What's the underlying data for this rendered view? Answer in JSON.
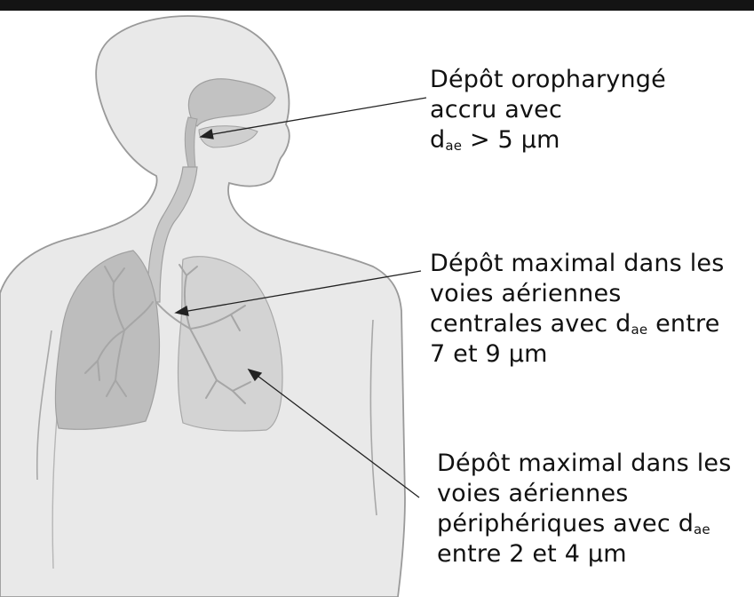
{
  "colors": {
    "header_bar": "#141414",
    "body_fill": "#e9e9e9",
    "body_outline": "#9a9a9a",
    "organ_fill": "#c2c2c2",
    "lung_right_fill": "#bdbdbd",
    "lung_left_fill": "#d3d3d3",
    "airway_stroke": "#a6a6a6",
    "pointer": "#222222"
  },
  "annotations": {
    "oropharyngeal": {
      "line1": "Dépôt oropharyngé",
      "line2": "accru avec",
      "d": "d",
      "sub": "ae",
      "rest": " > 5 µm"
    },
    "central": {
      "line1": "Dépôt maximal dans les",
      "line2": "voies aériennes",
      "pre": "centrales avec d",
      "sub": "ae",
      "rest": " entre",
      "line4": "7 et 9 µm"
    },
    "peripheral": {
      "line1": "Dépôt maximal dans les",
      "line2": "voies aériennes",
      "pre": "périphériques avec d",
      "sub": "ae",
      "line4": "entre 2 et 4 µm"
    }
  }
}
